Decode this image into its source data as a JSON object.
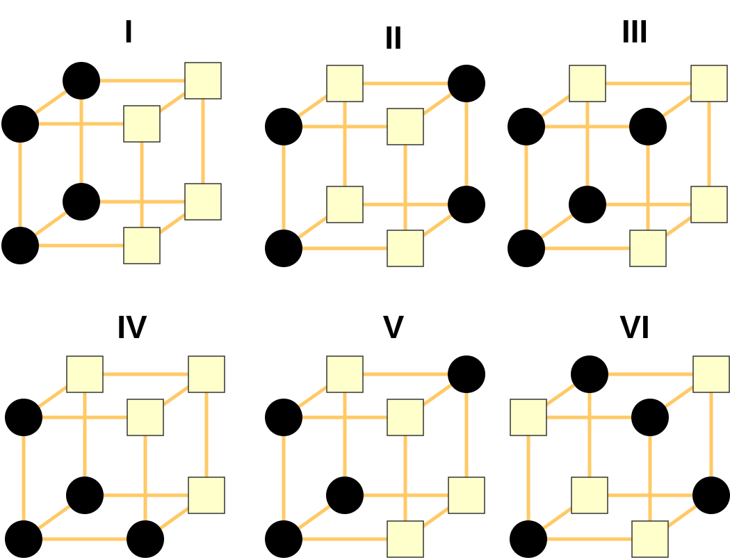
{
  "colors": {
    "edge": "#FFC966",
    "circle_fill": "#000000",
    "square_fill": "#FFFFCC",
    "square_stroke": "#333333",
    "background": "#FFFFFF"
  },
  "node_order": [
    "front-top-left",
    "front-bottom-left",
    "back-top-left",
    "back-bottom-left",
    "front-top-right",
    "front-bottom-right",
    "back-top-right",
    "back-bottom-right"
  ],
  "cubes": [
    {
      "label": "I",
      "nodes": [
        "circle",
        "circle",
        "circle",
        "circle",
        "square",
        "square",
        "square",
        "square"
      ]
    },
    {
      "label": "II",
      "nodes": [
        "circle",
        "circle",
        "square",
        "square",
        "square",
        "square",
        "circle",
        "circle"
      ]
    },
    {
      "label": "III",
      "nodes": [
        "circle",
        "circle",
        "square",
        "circle",
        "circle",
        "square",
        "square",
        "square"
      ]
    },
    {
      "label": "IV",
      "nodes": [
        "circle",
        "circle",
        "square",
        "circle",
        "square",
        "circle",
        "square",
        "square"
      ]
    },
    {
      "label": "V",
      "nodes": [
        "circle",
        "circle",
        "square",
        "circle",
        "square",
        "square",
        "circle",
        "square"
      ]
    },
    {
      "label": "VI",
      "nodes": [
        "square",
        "circle",
        "circle",
        "square",
        "circle",
        "square",
        "square",
        "circle"
      ]
    }
  ]
}
